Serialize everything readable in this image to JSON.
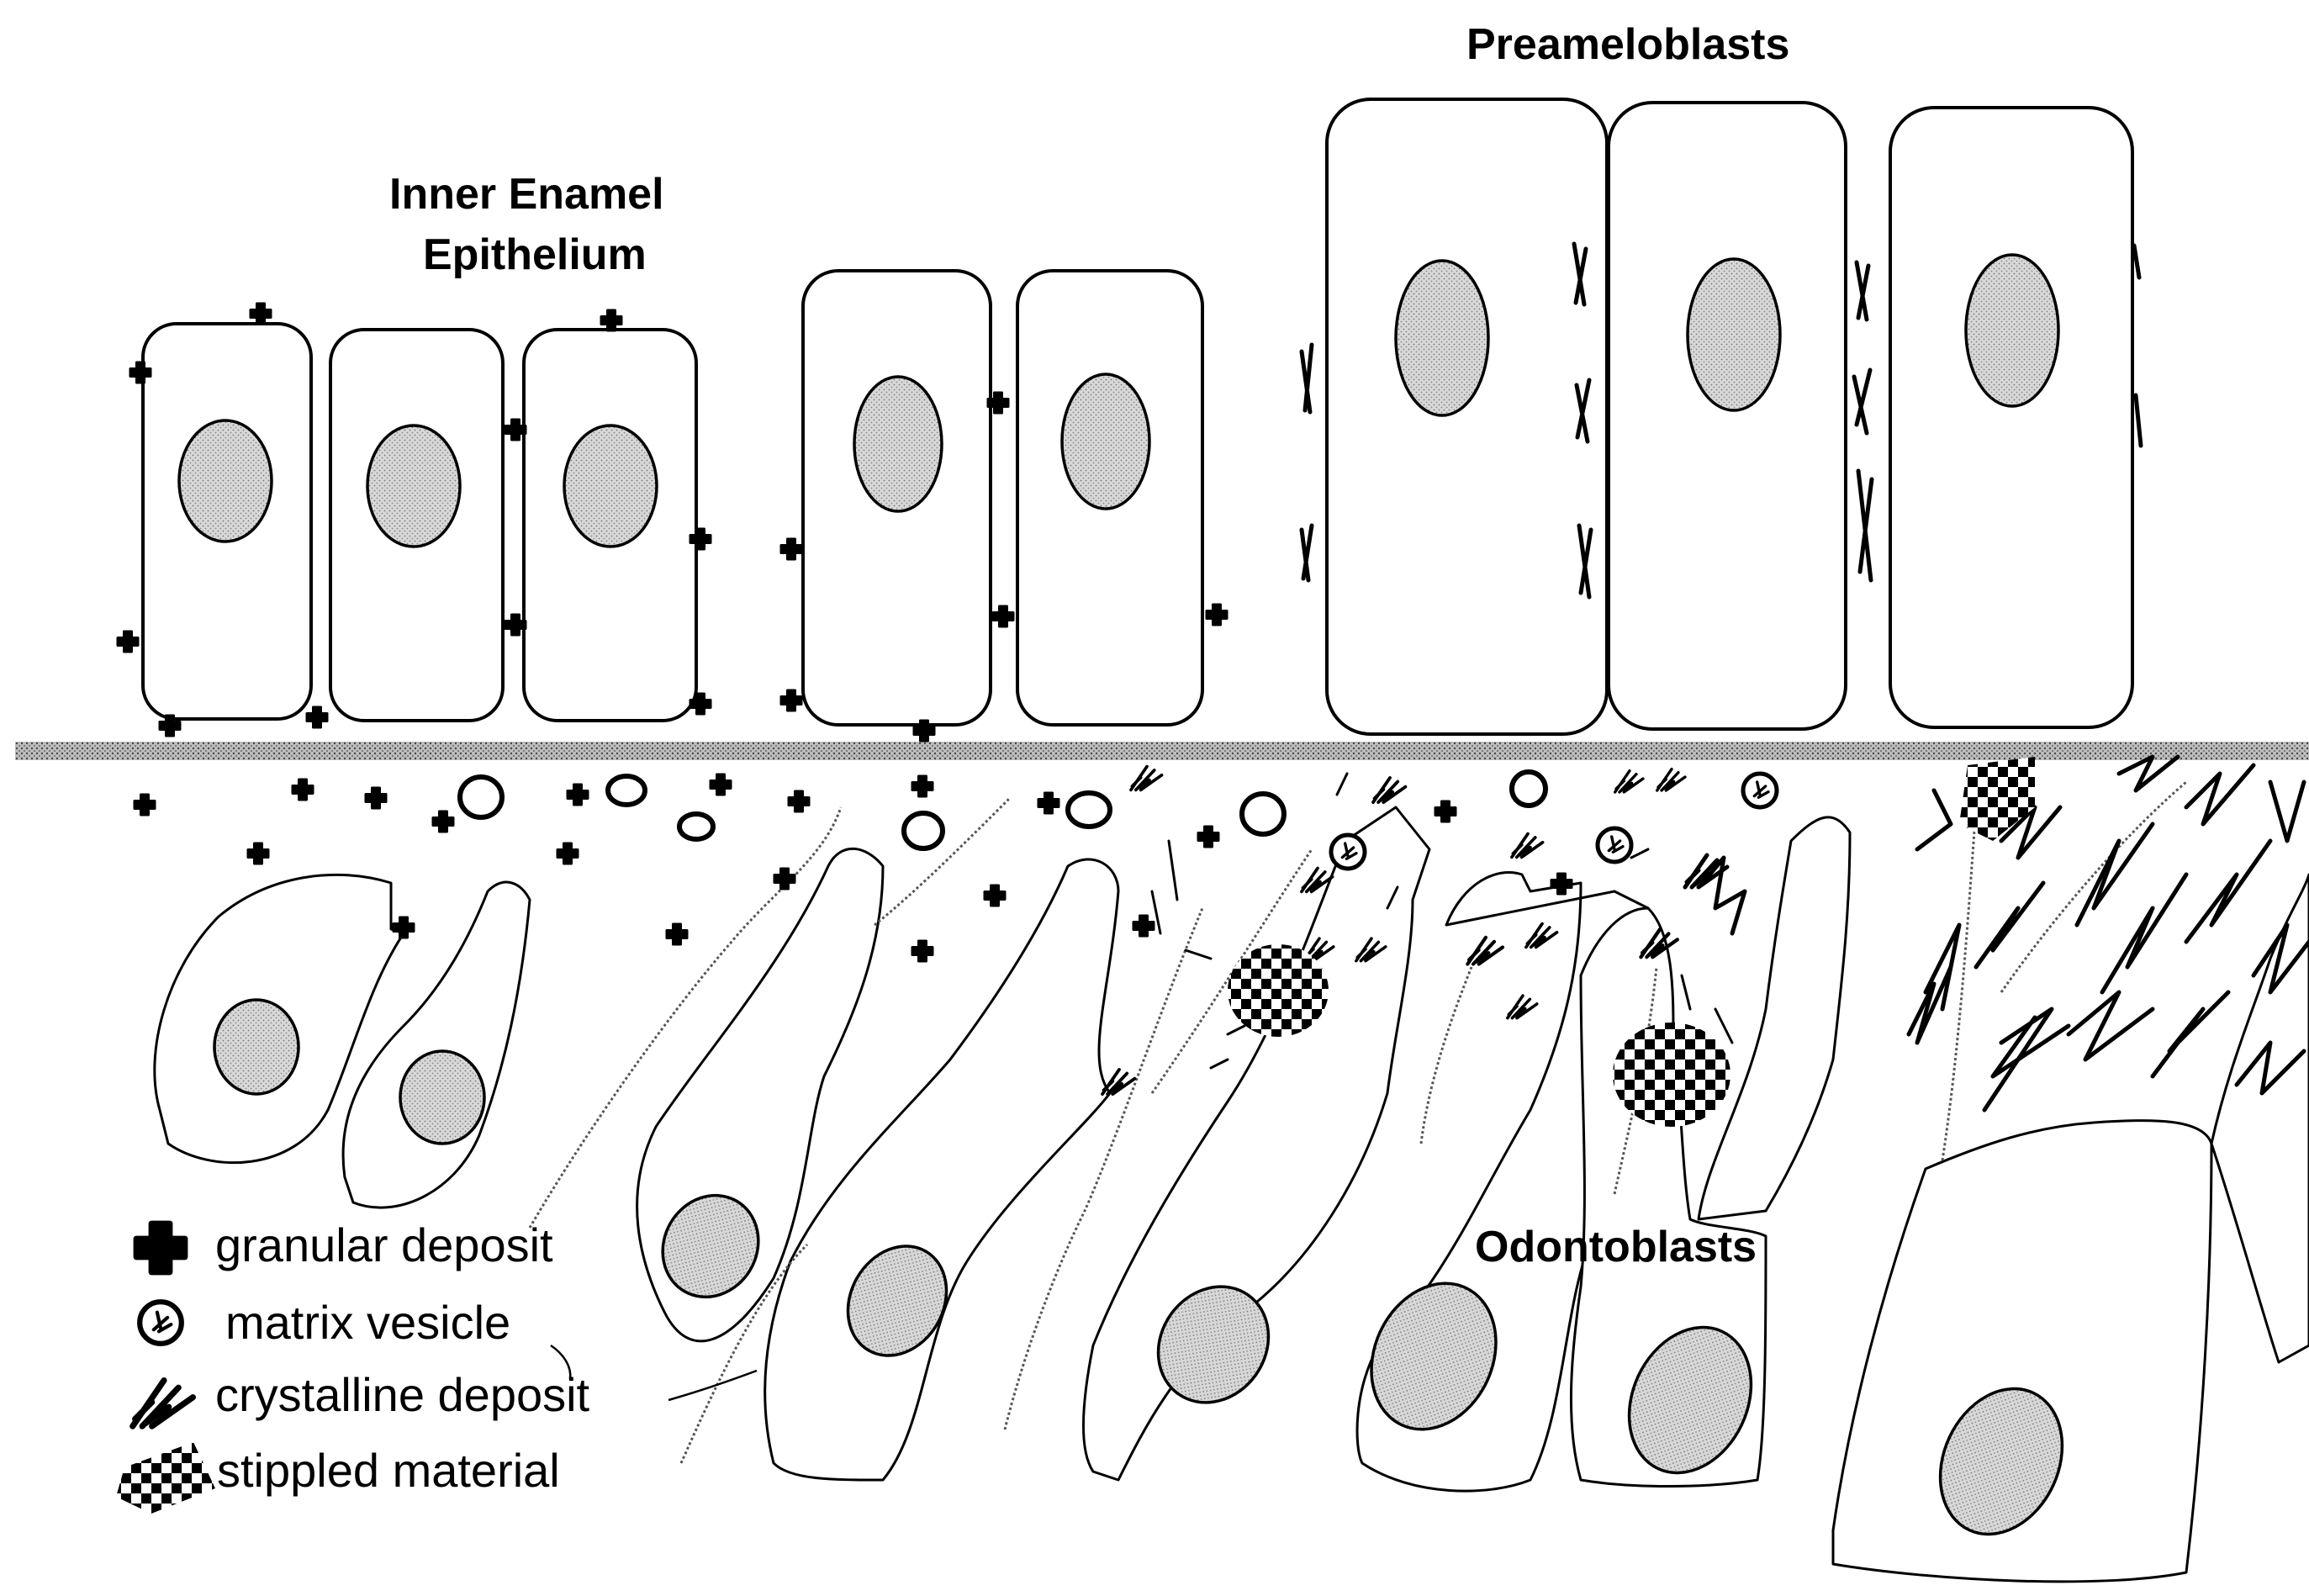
{
  "labels": {
    "inner_enamel_line1": "Inner Enamel",
    "inner_enamel_line2": "Epithelium",
    "preameloblasts": "Preameloblasts",
    "odontoblasts": "Odontoblasts"
  },
  "legend": [
    {
      "symbol": "granular-deposit",
      "text": "granular deposit"
    },
    {
      "symbol": "matrix-vesicle",
      "text": "matrix vesicle"
    },
    {
      "symbol": "crystalline-deposit",
      "text": "crystalline deposit"
    },
    {
      "symbol": "stippled-material",
      "text": "stippled material"
    }
  ]
}
